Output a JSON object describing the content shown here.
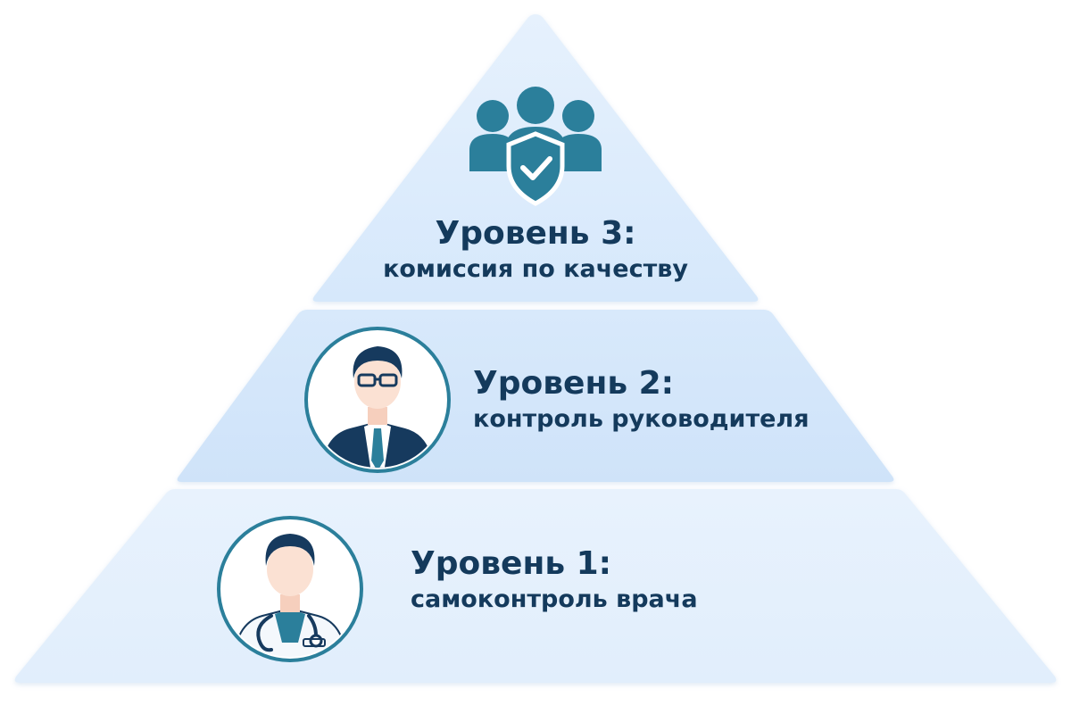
{
  "diagram": {
    "levels": [
      {
        "id": "level-3",
        "title": "Уровень 3:",
        "subtitle": "комиссия по качеству",
        "icon": "group-shield-check-icon"
      },
      {
        "id": "level-2",
        "title": "Уровень 2:",
        "subtitle": "контроль руководителя",
        "icon": "manager-avatar-icon"
      },
      {
        "id": "level-1",
        "title": "Уровень 1:",
        "subtitle": "самоконтроль врача",
        "icon": "doctor-avatar-icon"
      }
    ]
  },
  "colors": {
    "tier_top": "#dcebfb",
    "tier_middle": "#d3e6fa",
    "tier_bottom": "#e6f1fd",
    "text": "#143a5c",
    "accent_teal": "#2b7f9b",
    "navy": "#163a5e",
    "skin": "#fbe1d3"
  }
}
